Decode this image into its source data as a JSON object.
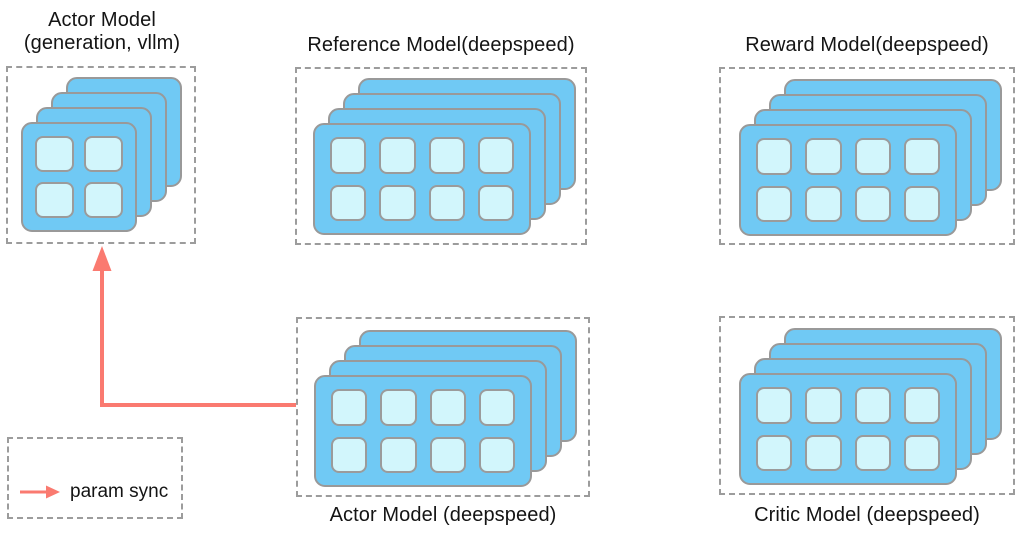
{
  "colors": {
    "background": "#FFFFFF",
    "text": "#141414",
    "card_blue": "#70C9F4",
    "cell_cyan": "#D2F6FC",
    "card_edge": "#999999",
    "cell_edge": "#9B9B9B",
    "dash_gray": "#9C9C9C",
    "arrow_red": "#FA7A70"
  },
  "groups": {
    "actor_vllm": {
      "title_line1": "Actor Model",
      "title_line2": "(generation, vllm)",
      "nodes": 4,
      "grid_rows": 2,
      "grid_cols": 2
    },
    "reference": {
      "title": "Reference Model(deepspeed)",
      "nodes": 4,
      "grid_rows": 2,
      "grid_cols": 4
    },
    "reward": {
      "title": "Reward Model(deepspeed)",
      "nodes": 4,
      "grid_rows": 2,
      "grid_cols": 4
    },
    "actor_ds": {
      "title": "Actor Model (deepspeed)",
      "nodes": 4,
      "grid_rows": 2,
      "grid_cols": 4
    },
    "critic": {
      "title": "Critic Model (deepspeed)",
      "nodes": 4,
      "grid_rows": 2,
      "grid_cols": 4
    }
  },
  "legend": {
    "label": "param sync"
  }
}
